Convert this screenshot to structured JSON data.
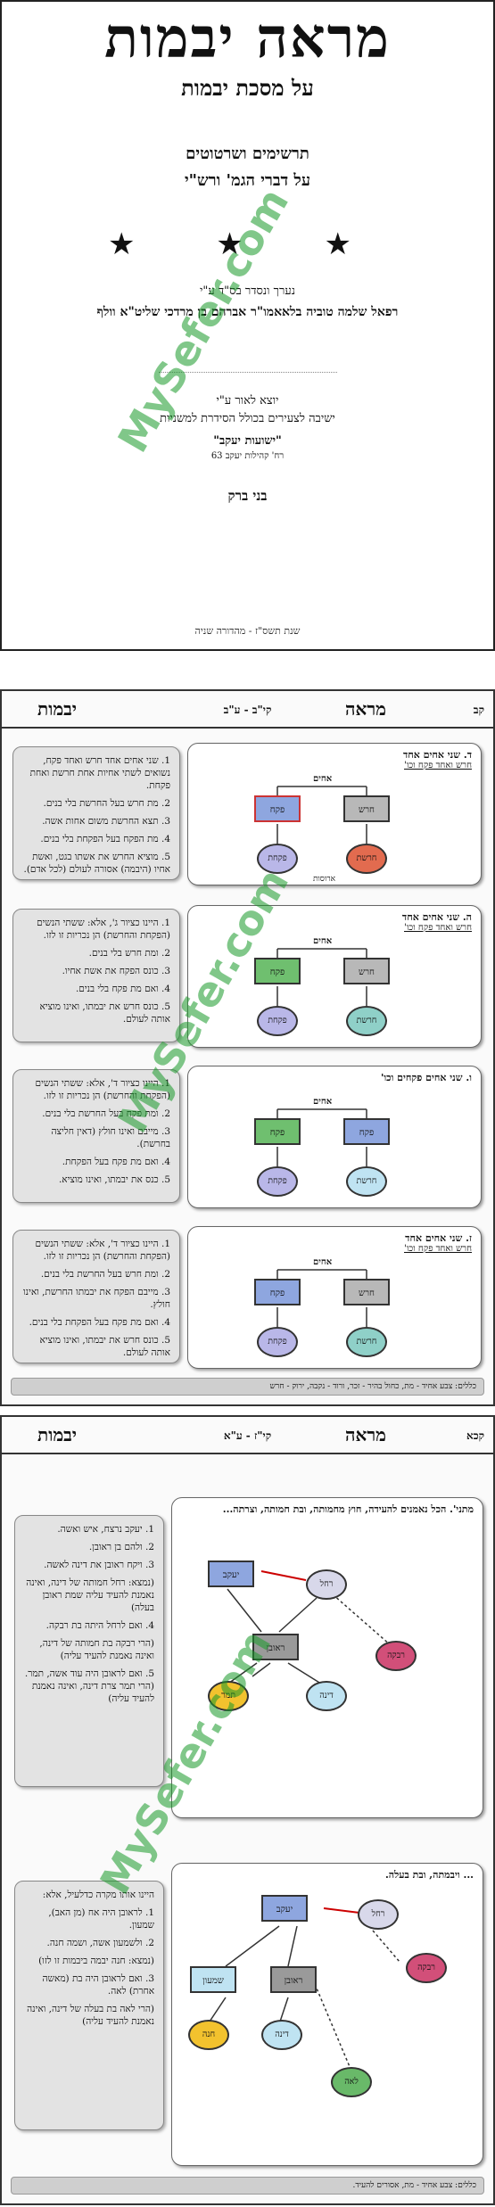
{
  "cover": {
    "title": "מראה יבמות",
    "subtitle": "על מסכת יבמות",
    "line1": "תרשימים ושרטוטים",
    "line2": "על דברי הגמ' ורש\"י",
    "stars": "★ ★ ★",
    "author_label": "נערך ונסדר בס\"ד ע\"י",
    "author": "רפאל שלמה טוביה בלאאמו\"ר אברהם בן מרדכי שליט\"א וולף",
    "pub1": "יוצא לאור ע\"י",
    "pub2": "ישיבה לצעירים בכולל הסידרת למשניות",
    "pub_name": "\"ישועות יעקב\"",
    "address": "רח' קהילות יעקב 63",
    "city": "בני ברק",
    "year": "שנת תשס\"ז - מהדורה שניה"
  },
  "watermark": "MySefer.com",
  "page1": {
    "page_num": "קב",
    "title_right": "מראה",
    "daf": "קי\"ב - ע\"ב",
    "title_left": "יבמות",
    "sections": [
      {
        "title": "ד. שני אחים אחד",
        "sub": "חרש ואחד פקח וכו'",
        "top_label": "אחים",
        "box_right": "חרש",
        "box_left": "פקח",
        "oval_right": "חרשת",
        "oval_left": "פקחת",
        "note": "ארוסות",
        "notes": [
          "1. שני אחים אחד חרש ואחד פקח, נשואים לשתי אחיות אחת חרשת ואחת פקחת.",
          "2. מת חרש בעל החרשת בלי בנים.",
          "3. תצא החרשת משום אחות אשה.",
          "4. מת הפקח בעל הפקחת בלי בנים.",
          "5. מוציא החרש את אשתו בגט, ואשת אחיו (היבמה) אסורה לעולם (לכל אדם)."
        ]
      },
      {
        "title": "ה. שני אחים אחד",
        "sub": "חרש ואחד פקח וכו'",
        "top_label": "אחים",
        "box_right": "חרש",
        "box_left": "פקח",
        "oval_right": "חרשת",
        "oval_left": "פקחת",
        "notes": [
          "1. היינו כציור ג', אלא: ששתי הנשים (הפקחת והחרשת) הן נכריות זו לזו.",
          "2. ומת חרש בלי בנים.",
          "3. כונס הפקח את אשת אחיו.",
          "4. ואם מת פקח בלי בנים.",
          "5. כונס חרש את יבמתו, ואינו מוציא אותה לעולם."
        ]
      },
      {
        "title": "ו. שני אחים פקחים וכו'",
        "sub": "",
        "top_label": "אחים",
        "box_right": "פקח",
        "box_left": "פקח",
        "oval_right": "חרשת",
        "oval_left": "פקחת",
        "notes": [
          "1. היינו כציור ד', אלא: ששתי הנשים (הפקחת והחרשת) הן נכריות זו לזו.",
          "2. ומת פקח בעל החרשת בלי בנים.",
          "3. מייבם ואינו חולץ (דאין חליצה בחרשת).",
          "4. ואם מת פקח בעל הפקחת.",
          "5. כנס את יבמתו, ואינו מוציא."
        ]
      },
      {
        "title": "ז. שני אחים אחד",
        "sub": "חרש ואחד פקח וכו'",
        "top_label": "אחים",
        "box_right": "חרש",
        "box_left": "פקח",
        "oval_right": "חרשת",
        "oval_left": "פקחת",
        "notes": [
          "1. היינו כציור ד', אלא: ששתי הנשים (הפקחת והחרשת) הן נכריות זו לזו.",
          "2. ומת חרש בעל החרשת בלי בנים.",
          "3. מייבם הפקח את יבמתו החרשת, ואינו חולץ.",
          "4. ואם מת פקח בעל הפקחת בלי בנים.",
          "5. כונס חרש את יבמתו, ואינו מוציא אותה לעולם."
        ]
      }
    ],
    "legend": "כללים: צבע אחיד - מת, כחול בהיר - זכר, ורוד - נקבה, ירוק - חרש"
  },
  "page2": {
    "page_num": "קכא",
    "title_right": "מראה",
    "daf": "קי\"ז - ע\"א",
    "title_left": "יבמות",
    "d1": {
      "title": "מתני'. הכל נאמנים להעידה, חוץ מחמותה, ובת חמותה, וצרתה...",
      "yaakov": "יעקב",
      "rachel": "רחל",
      "rivka": "רבקה",
      "reuven": "ראובן",
      "tamar": "תמר",
      "dina": "דינה",
      "notes": [
        "1. יעקב נרצח, איש ואשה.",
        "2. ולהם בן ראובן.",
        "3. ויקח ראובן את דינה לאשה.",
        "(נמצא: רחל חמותה של דינה, ואינה נאמנת להעיד עליה שמת ראובן בעלה)",
        "4. ואם לרחל היתה בת רבקה.",
        "(הרי רבקה בת חמותה של דינה, ואינה נאמנת להעיד עליה)",
        "5. ואם לראובן היה עוד אשה, תמר. (הרי תמר צרת דינה, ואינה נאמנת להעיד עליה)"
      ]
    },
    "d2": {
      "title": "... ויבמתה, ובת בעלה.",
      "yaakov": "יעקב",
      "rachel": "רחל",
      "rivka": "רבקה",
      "reuven": "ראובן",
      "shimon": "שמעון",
      "hana": "חנה",
      "dina": "דינה",
      "leah": "לאה",
      "notes": [
        "היינו אותו מקרה כדלעיל, אלא:",
        "1. לראובן היה אח (מן האב), שמעון.",
        "2. ולשמעון אשה, ושמה חנה.",
        "(נמצא: חנה יבמה ביבמות זו לזו)",
        "3. ואם לראובן היה בת (מאשה אחרת) לאה.",
        "(הרי לאה בת בעלה של דינה, ואינה נאמנת להעיד עליה)"
      ]
    },
    "legend": "כללים: צבע אחיד - מת, אסורים להעיד."
  },
  "colors": {
    "blue_box": "#8ea6df",
    "gray_box": "#b8b8b8",
    "green_box": "#6fbf6f",
    "red_oval": "#e26b4f",
    "lavender_oval": "#b9b7e8",
    "teal_oval": "#8fd0c8",
    "pink_oval": "#d24f79",
    "yellow_oval": "#f2c22e",
    "light_blue_oval": "#bfe3f2",
    "green_oval": "#69b969"
  }
}
